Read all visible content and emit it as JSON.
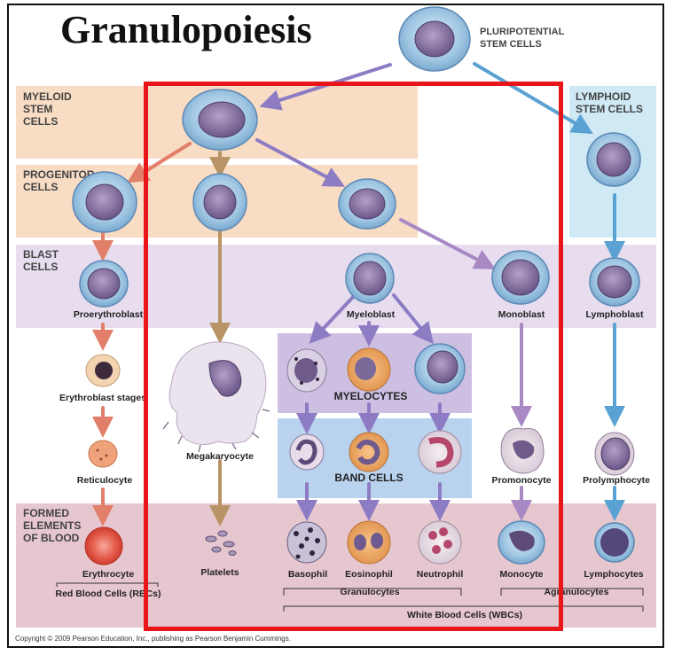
{
  "title": "Granulopoiesis",
  "copyright": "Copyright © 2009 Pearson Education, Inc., publishing as Pearson Benjamin Cummings.",
  "colors": {
    "myeloid_band": "#f8dcc4",
    "lymphoid_band": "#cfe9f5",
    "blast_band": "#e7ddef",
    "myelocyte_box": "#cdbfe2",
    "band_cell_box": "#b9d2ee",
    "formed_band": "#e7c7cf",
    "highlight": "#e8161b",
    "arrow_red": "#e27f6a",
    "arrow_tan": "#b89464",
    "arrow_purple": "#8d7cc4",
    "arrow_violet": "#a889c4",
    "arrow_blue": "#5aa2d4"
  },
  "rows": {
    "myeloid": "MYELOID\nSTEM\nCELLS",
    "progenitor": "PROGENITOR\nCELLS",
    "blast": "BLAST\nCELLS",
    "formed": "FORMED\nELEMENTS\nOF BLOOD"
  },
  "stem": {
    "pluripotential": "PLURIPOTENTIAL\nSTEM CELLS",
    "lymphoid": "LYMPHOID\nSTEM CELLS"
  },
  "cells": {
    "proerythroblast": "Proerythroblast",
    "myeloblast": "Myeloblast",
    "monoblast": "Monoblast",
    "lymphoblast": "Lymphoblast",
    "erythroblast_stages": "Erythroblast stages",
    "megakaryocyte": "Megakaryocyte",
    "reticulocyte": "Reticulocyte",
    "promonocyte": "Promonocyte",
    "prolymphocyte": "Prolymphocyte",
    "erythrocyte": "Erythrocyte",
    "platelets": "Platelets",
    "basophil": "Basophil",
    "eosinophil": "Eosinophil",
    "neutrophil": "Neutrophil",
    "monocyte": "Monocyte",
    "lymphocytes": "Lymphocytes"
  },
  "groups": {
    "myelocytes": "MYELOCYTES",
    "band_cells": "BAND CELLS",
    "rbc": "Red Blood Cells (RBCs)",
    "granulocytes": "Granulocytes",
    "agranulocytes": "Agranulocytes",
    "wbc": "White Blood Cells (WBCs)"
  }
}
